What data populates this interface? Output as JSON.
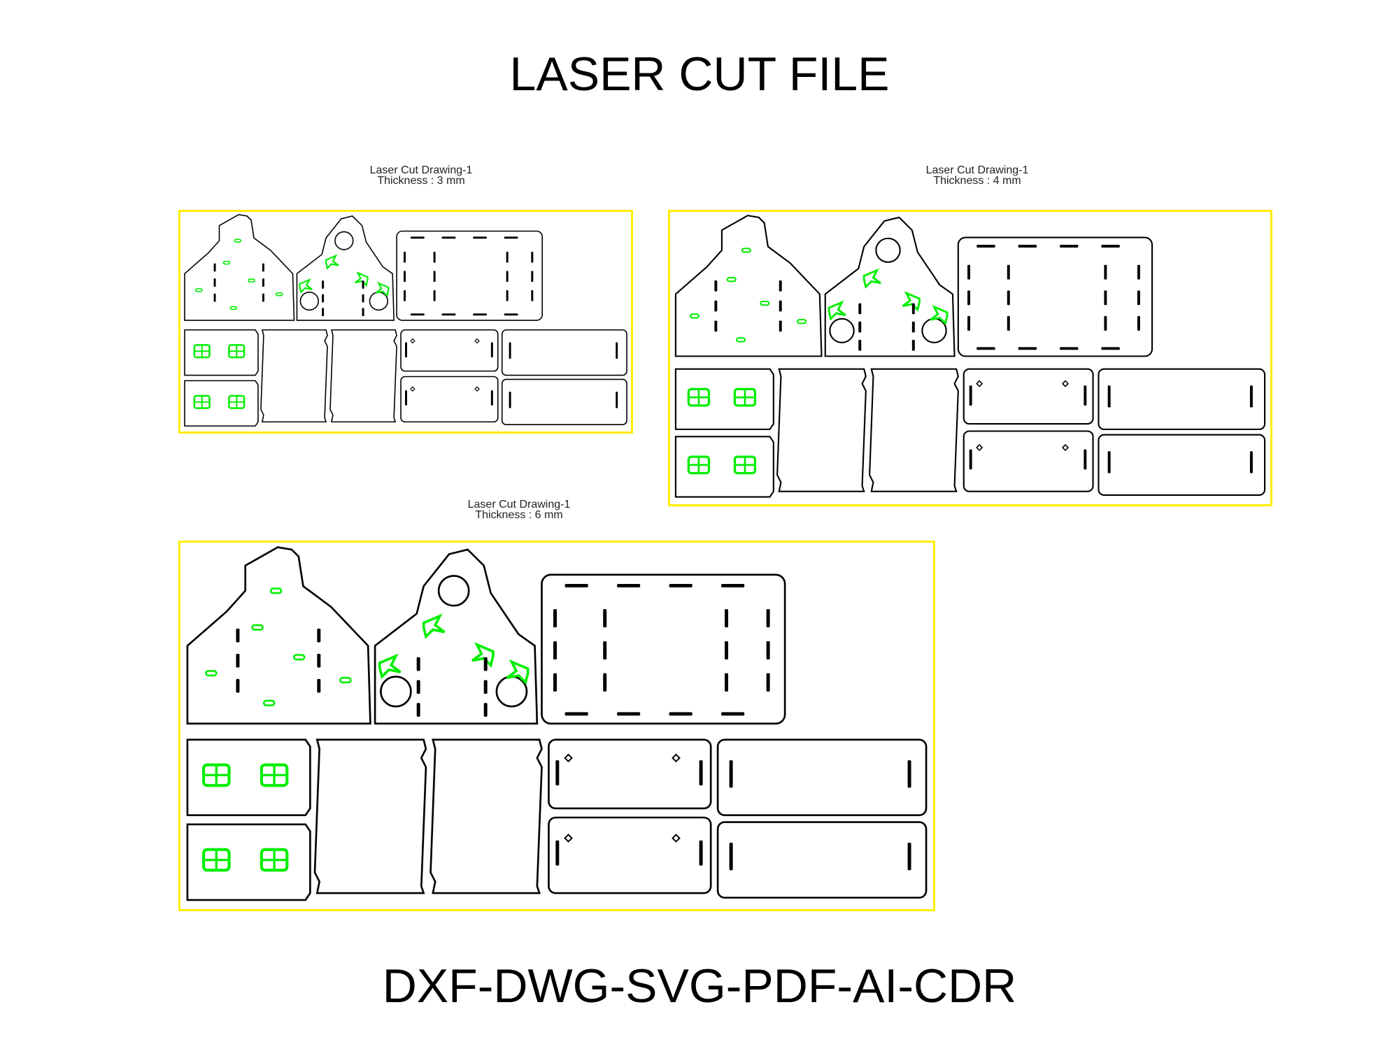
{
  "title": "LASER CUT FILE",
  "footer": "DXF-DWG-SVG-PDF-AI-CDR",
  "colors": {
    "frame": "#ffee00",
    "cut_line": "#000000",
    "engrave": "#00ee00"
  },
  "drawings": [
    {
      "name": "Laser Cut Drawing-1",
      "thickness": "Thickness : 3 mm"
    },
    {
      "name": "Laser Cut Drawing-1",
      "thickness": "Thickness : 4 mm"
    },
    {
      "name": "Laser Cut Drawing-1",
      "thickness": "Thickness : 6 mm"
    }
  ]
}
